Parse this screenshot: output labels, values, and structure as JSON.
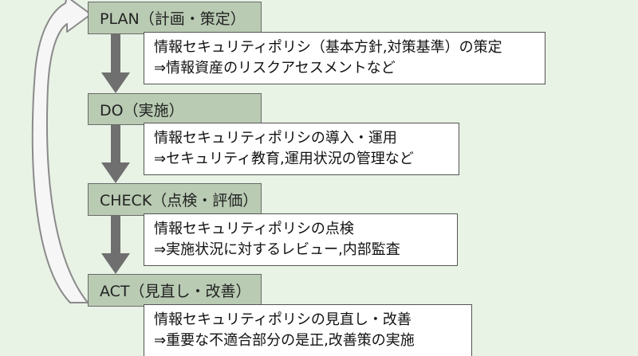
{
  "phases": [
    {
      "label": "PLAN（計画・策定）",
      "lines": [
        "情報セキュリティポリシ（基本方針,対策基準）の策定",
        "⇒情報資産のリスクアセスメントなど"
      ]
    },
    {
      "label": "DO（実施）",
      "lines": [
        "情報セキュリティポリシの導入・運用",
        "⇒セキュリティ教育,運用状況の管理など"
      ]
    },
    {
      "label": "CHECK（点検・評価）",
      "lines": [
        "情報セキュリティポリシの点検",
        "⇒実施状況に対するレビュー,内部監査"
      ]
    },
    {
      "label": "ACT（見直し・改善）",
      "lines": [
        "情報セキュリティポリシの見直し・改善",
        "⇒重要な不適合部分の是正,改善策の実施"
      ]
    }
  ],
  "colors": {
    "background": "#e8f2e5",
    "phase_box": "#b9cbb3",
    "arrow": "#6f6f6f",
    "cycle_arrow_fill": "#f6f6f6",
    "cycle_arrow_stroke": "#8a8a8a"
  }
}
